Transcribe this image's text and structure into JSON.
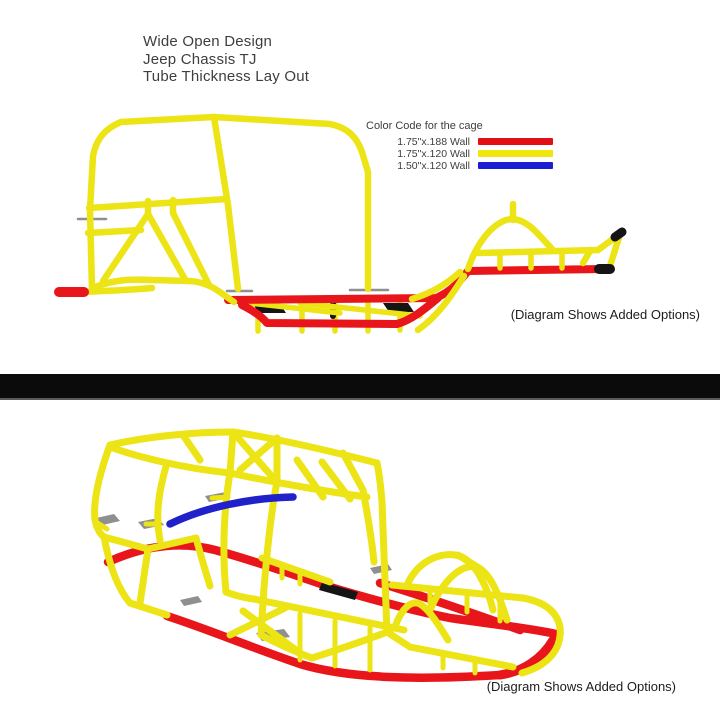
{
  "page": {
    "title": "Wide Open Design Jeep Chassis TJ Tube Thickness Lay Out"
  },
  "header": {
    "line1": "Wide Open Design",
    "line2": "Jeep Chassis TJ",
    "line3": "Tube Thickness Lay Out"
  },
  "legend": {
    "title": "Color Code for the cage",
    "items": [
      {
        "label": "1.75\"x.188 Wall",
        "swatch": "#e40f14",
        "meaning": "red tube"
      },
      {
        "label": "1.75\"x.120 Wall",
        "swatch": "#efe70d",
        "meaning": "yellow tube"
      },
      {
        "label": "1.50\"x.120 Wall",
        "swatch": "#1c1cd2",
        "meaning": "blue tube"
      }
    ]
  },
  "side_view": {
    "caption": "(Diagram Shows Added Options)"
  },
  "perspective_view": {
    "caption": "(Diagram Shows Added Options)"
  },
  "colors": {
    "tube_yellow": "#ece414",
    "tube_red": "#e8161b",
    "tube_blue": "#2121cc",
    "cap_black": "#151515",
    "bracket_gray": "#8f8f8f",
    "divider": "#0b0b0b",
    "text": "#3e3e3e",
    "caption_text": "#1c1c1c"
  }
}
